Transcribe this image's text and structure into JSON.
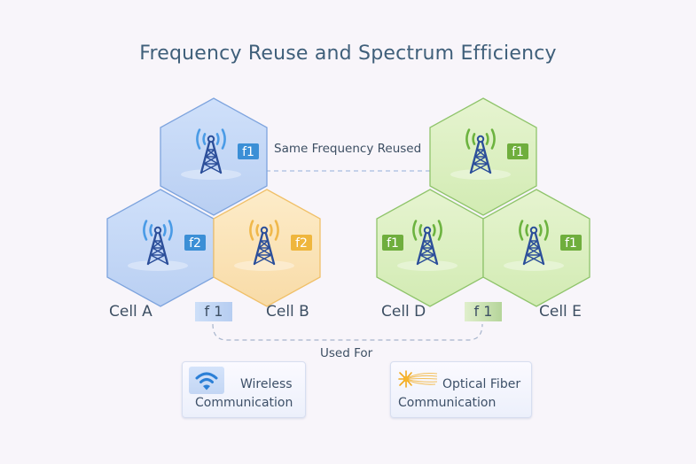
{
  "title": "Frequency Reuse and Spectrum Efficiency",
  "reuse_annotation": "Same Frequency Reused",
  "cells": [
    {
      "id": "top-left",
      "group": "left",
      "color_scheme": "blue",
      "freq_label": "f1",
      "has_tower": true
    },
    {
      "id": "cell-a",
      "group": "left",
      "color_scheme": "blue",
      "freq_label": "f2",
      "has_tower": true
    },
    {
      "id": "cell-b",
      "group": "left",
      "color_scheme": "orange",
      "freq_label": "f2",
      "has_tower": true
    },
    {
      "id": "top-right",
      "group": "right",
      "color_scheme": "green",
      "freq_label": "f1",
      "has_tower": true
    },
    {
      "id": "cell-d",
      "group": "right",
      "color_scheme": "green",
      "freq_label": "f1",
      "has_tower": true
    },
    {
      "id": "cell-e",
      "group": "right",
      "color_scheme": "green",
      "freq_label": "f1",
      "has_tower": true
    }
  ],
  "bottom_labels": {
    "cell_a": "Cell A",
    "left_freq": "f 1",
    "cell_b": "Cell B",
    "cell_d": "Cell D",
    "right_freq": "f 1",
    "cell_e": "Cell E"
  },
  "used_for": "Used For",
  "applications": [
    {
      "icon": "wifi-icon",
      "line1": "Wireless",
      "line2": "Communication"
    },
    {
      "icon": "optical-fiber-icon",
      "line1": "Optical Fiber",
      "line2": "Communication"
    }
  ],
  "colors": {
    "blue_fill": "#c5d8f6",
    "blue_stroke": "#7ea4de",
    "blue_badge": "#3b8fd6",
    "orange_fill": "#fbe4bc",
    "orange_stroke": "#f0c069",
    "orange_badge": "#efb63d",
    "green_fill": "#dcefc1",
    "green_stroke": "#8fc46b",
    "green_badge": "#6fae3d",
    "tower": "#2c4f9a",
    "title_text": "#3f5f7a"
  }
}
